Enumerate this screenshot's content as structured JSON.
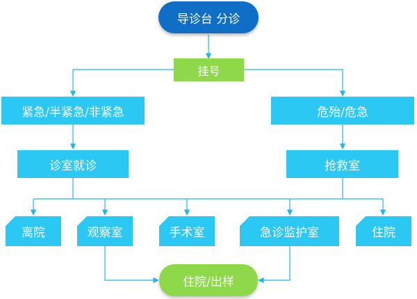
{
  "nodes": {
    "triage_desk": "导诊台 分诊",
    "registration": "挂号",
    "urgent": "紧急/半紧急/非紧急",
    "critical": "危殆/危急",
    "consultation": "诊室就诊",
    "rescue": "抢救室",
    "discharge": "离院",
    "observation": "观察室",
    "operating_room": "手术室",
    "emergency_monitoring": "急诊监护室",
    "hospitalization": "住院",
    "admit_discharge": "住院/出样"
  },
  "colors": {
    "connector": "#1fb6ee",
    "dark_blue": "#0f6fc6",
    "green": "#8dd94a",
    "cyan": "#2cc8f4"
  }
}
